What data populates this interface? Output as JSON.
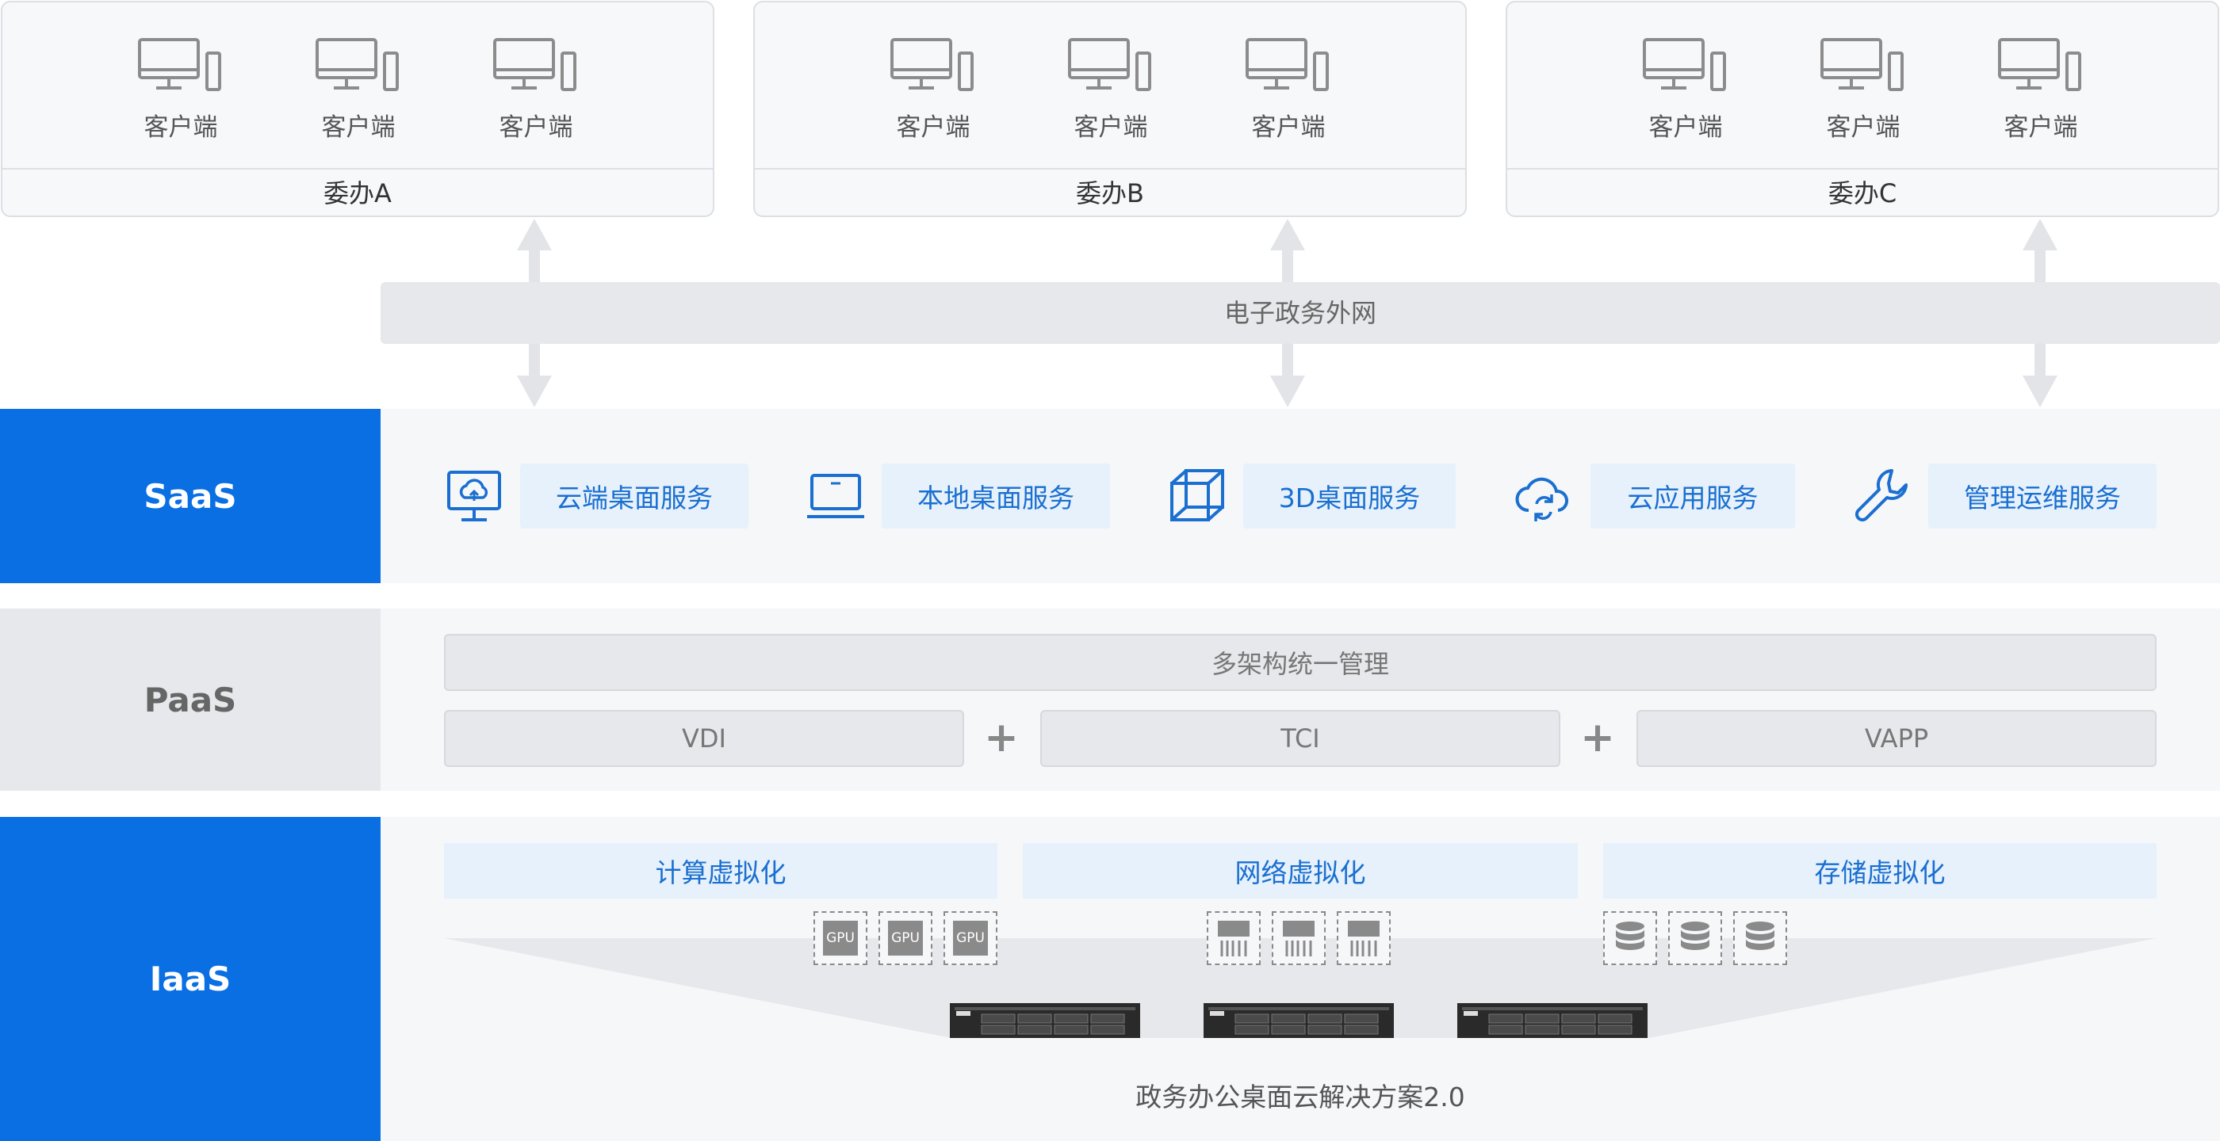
{
  "offices": [
    {
      "name": "委办A",
      "clients": [
        "客户端",
        "客户端",
        "客户端"
      ]
    },
    {
      "name": "委办B",
      "clients": [
        "客户端",
        "客户端",
        "客户端"
      ]
    },
    {
      "name": "委办C",
      "clients": [
        "客户端",
        "客户端",
        "客户端"
      ]
    }
  ],
  "network": {
    "label": "电子政务外网"
  },
  "saas": {
    "label": "SaaS",
    "services": [
      {
        "label": "云端桌面服务",
        "icon": "monitor-cloud-icon"
      },
      {
        "label": "本地桌面服务",
        "icon": "laptop-icon"
      },
      {
        "label": "3D桌面服务",
        "icon": "cube-icon"
      },
      {
        "label": "云应用服务",
        "icon": "cloud-sync-icon"
      },
      {
        "label": "管理运维服务",
        "icon": "wrench-icon"
      }
    ]
  },
  "paas": {
    "label": "PaaS",
    "unified": "多架构统一管理",
    "items": [
      "VDI",
      "TCI",
      "VAPP"
    ],
    "plus": "+"
  },
  "iaas": {
    "label": "IaaS",
    "virtualization": [
      "计算虚拟化",
      "网络虚拟化",
      "存储虚拟化"
    ],
    "gpu_label": "GPU",
    "solution_title": "政务办公桌面云解决方案2.0"
  },
  "colors": {
    "accent_blue": "#0a6fe3",
    "service_text": "#1a6fd0",
    "chip_bg": "#e6f1fc",
    "neutral_bg": "#e6e8eb"
  }
}
